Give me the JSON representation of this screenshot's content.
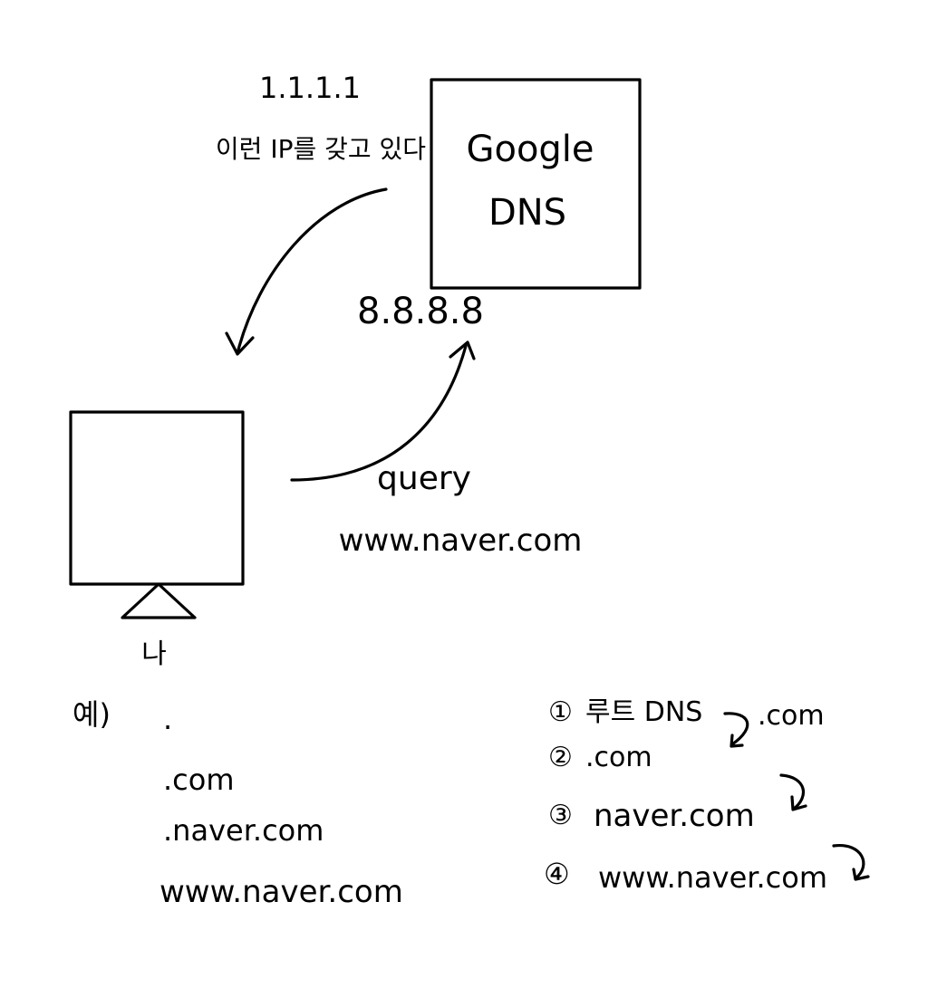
{
  "server": {
    "name_line1": "Google",
    "name_line2": "DNS",
    "ip": "8.8.8.8"
  },
  "client": {
    "label": "나",
    "ip": "1.1.1.1",
    "ip_note": "이런 IP를 갖고 있다"
  },
  "query": {
    "label": "query",
    "domain": "www.naver.com"
  },
  "example": {
    "label": "예)",
    "items": [
      ".",
      ".com",
      ".naver.com",
      "www.naver.com"
    ]
  },
  "steps": [
    {
      "marker": "①",
      "text": "루트 DNS"
    },
    {
      "marker": "②",
      "text": ".com"
    },
    {
      "marker": "③",
      "text": "naver.com"
    },
    {
      "marker": "④",
      "text": "www.naver.com"
    }
  ],
  "step1_return": ".com"
}
